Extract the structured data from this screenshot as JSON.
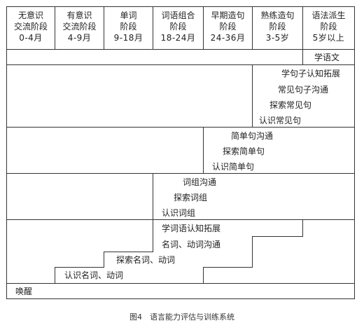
{
  "stages": [
    {
      "line1": "无意识",
      "line2": "交流阶段",
      "line3": "0-4月"
    },
    {
      "line1": "有意识",
      "line2": "交流阶段",
      "line3": "4-9月"
    },
    {
      "line1": "单词",
      "line2": "阶段",
      "line3": "9-18月"
    },
    {
      "line1": "词语组合",
      "line2": "阶段",
      "line3": "18-24月"
    },
    {
      "line1": "早期造句",
      "line2": "阶段",
      "line3": "24-36月"
    },
    {
      "line1": "熟练造句",
      "line2": "阶段",
      "line3": "3-5岁"
    },
    {
      "line1": "语法派生",
      "line2": "阶段",
      "line3": "5岁以上"
    }
  ],
  "levels": {
    "text": {
      "items": [
        "学语文"
      ]
    },
    "sentence_expand": {
      "items": [
        "学句子认知拓展",
        "常见句子沟通",
        "探索常见句",
        "认识常见句"
      ]
    },
    "simple_sentence": {
      "items": [
        "简单句沟通",
        "探索简单句",
        "认识简单句"
      ]
    },
    "phrase": {
      "items": [
        "词组沟通",
        "探索词组",
        "认识词组"
      ]
    },
    "word": {
      "items": [
        "学词语认知拓展",
        "名词、动词沟通",
        "探索名词、动词",
        "认识名词、动词"
      ]
    },
    "arousal": {
      "items": [
        "唤醒"
      ]
    }
  },
  "caption": "图4　语言能力评估与训练系统"
}
